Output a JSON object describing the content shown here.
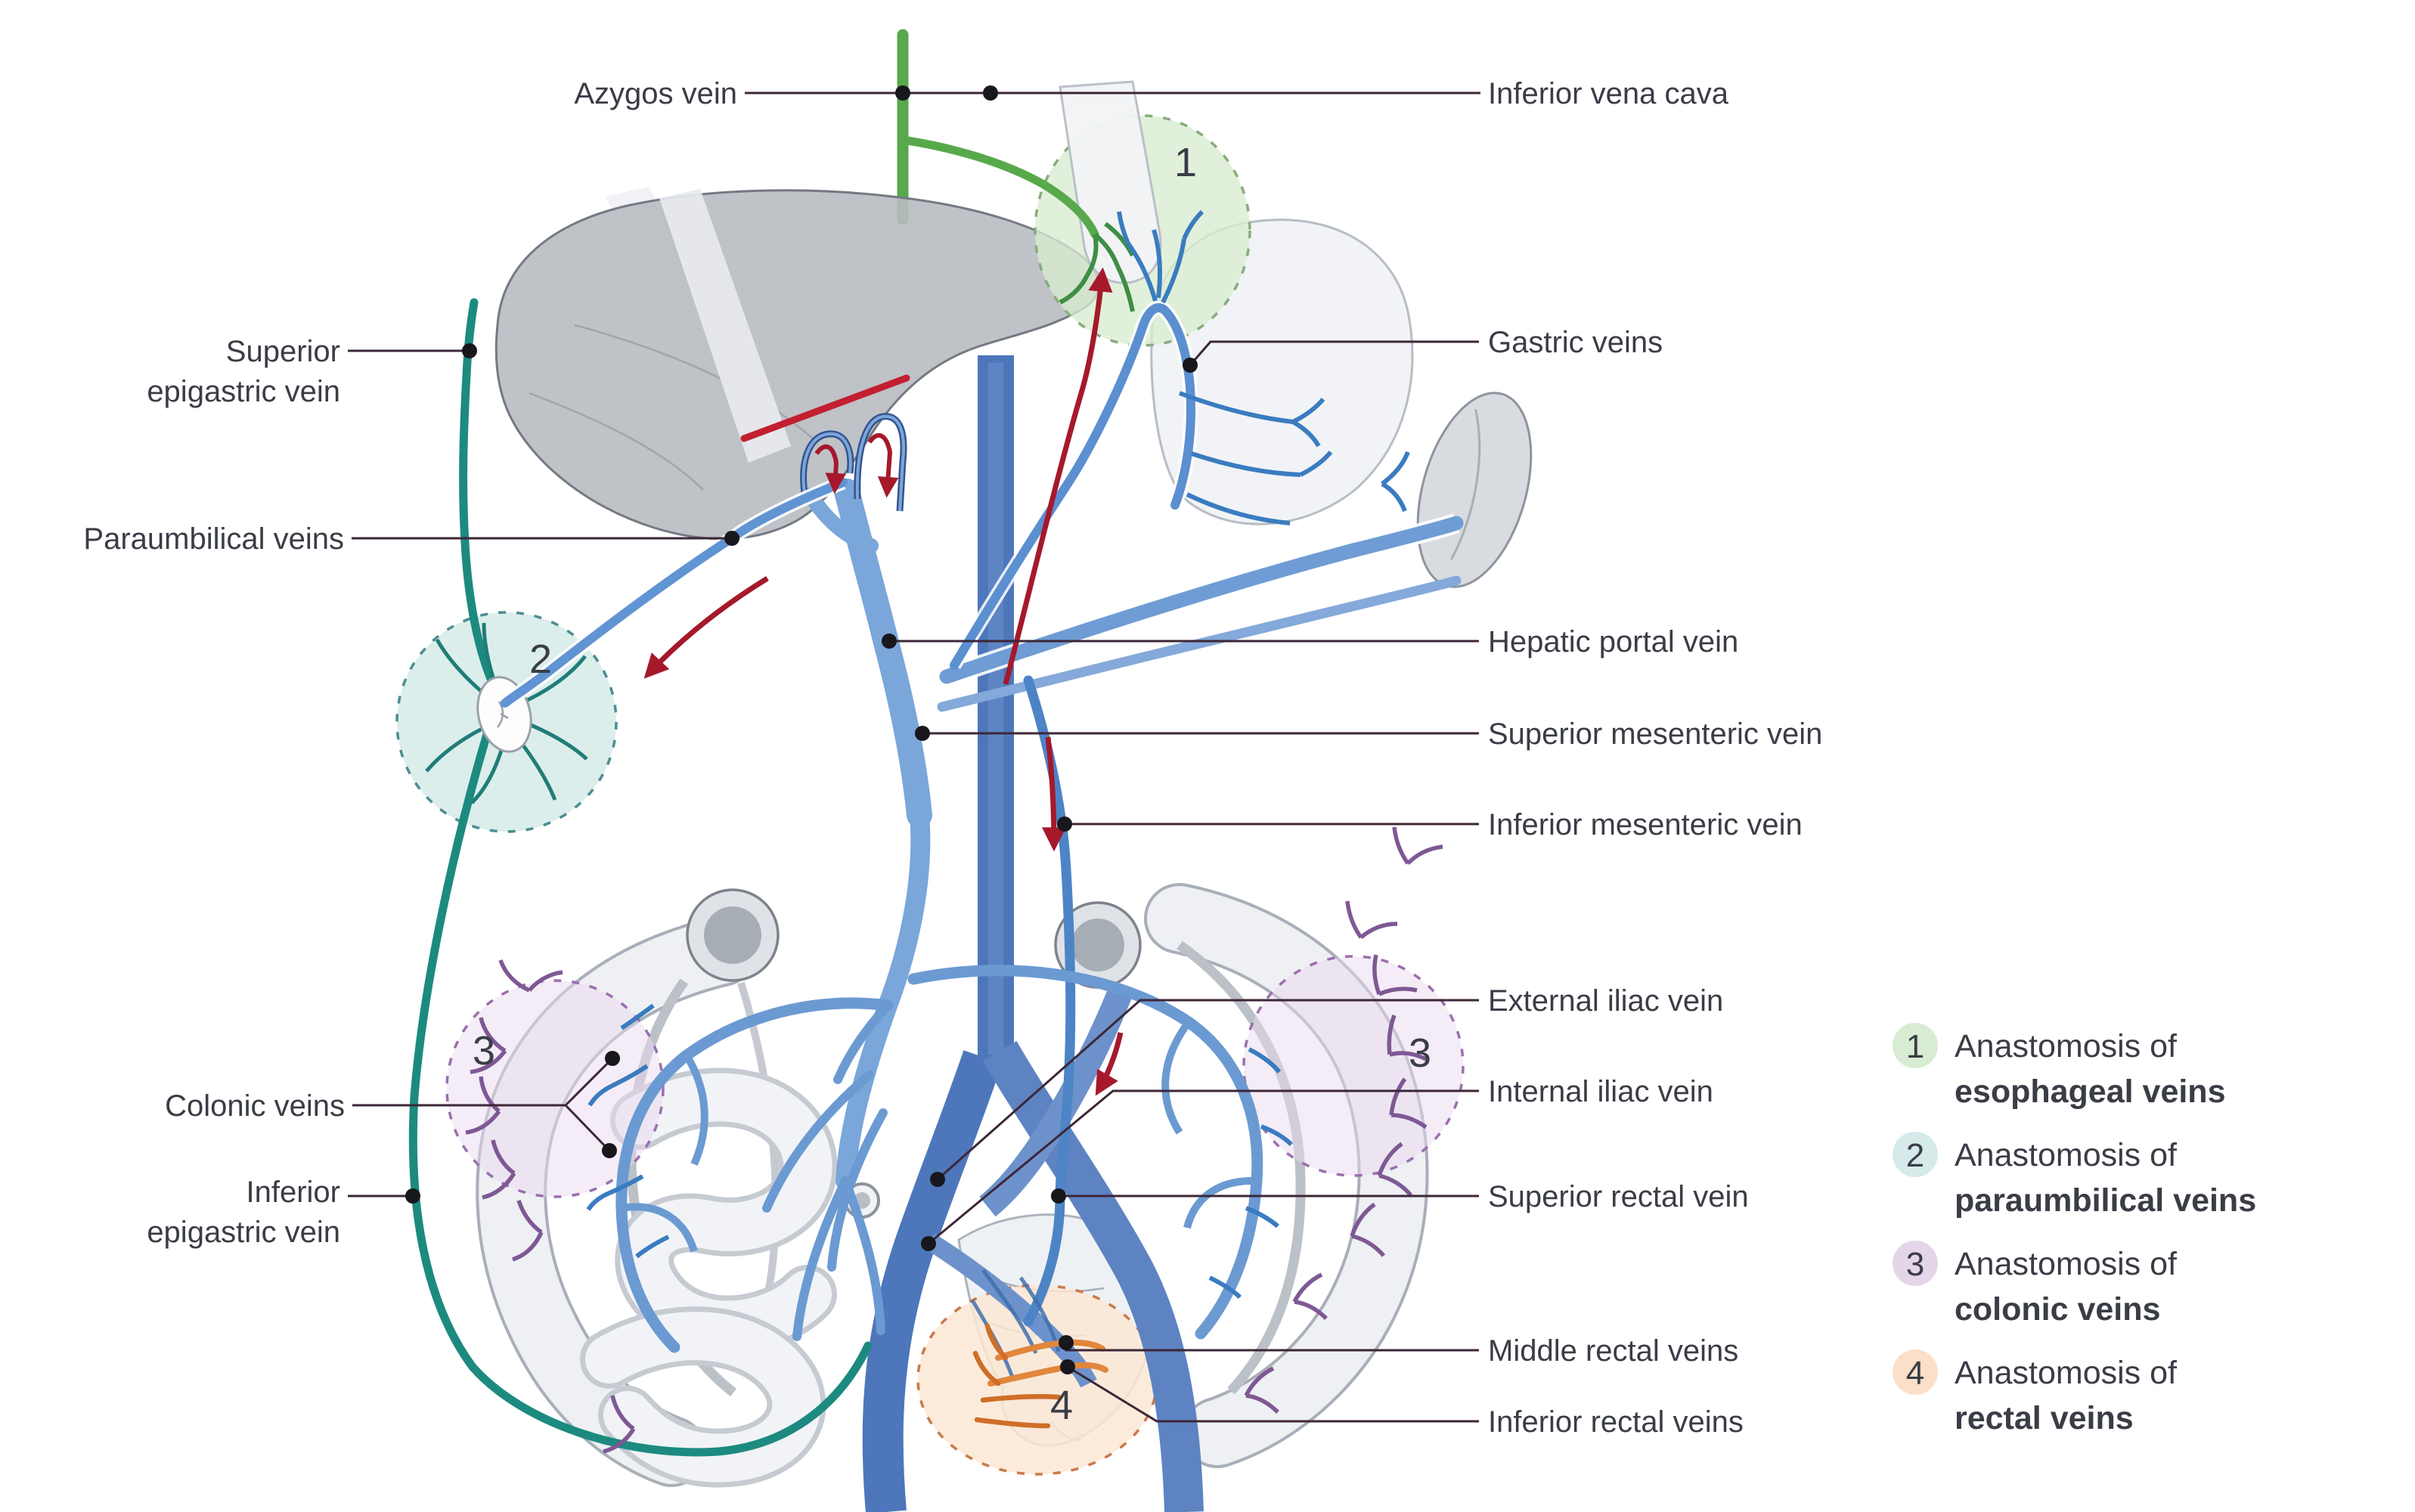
{
  "diagram": {
    "title_hint": "Portal-systemic venous anastomoses",
    "labels": {
      "azygos": "Azygos vein",
      "inferior_vena_cava": "Inferior vena cava",
      "superior_epigastric_line1": "Superior",
      "superior_epigastric_line2": "epigastric vein",
      "paraumbilical": "Paraumbilical veins",
      "gastric": "Gastric veins",
      "hepatic_portal": "Hepatic portal vein",
      "superior_mesenteric": "Superior mesenteric vein",
      "inferior_mesenteric": "Inferior mesenteric vein",
      "external_iliac": "External iliac vein",
      "internal_iliac": "Internal iliac vein",
      "superior_rectal": "Superior rectal vein",
      "colonic": "Colonic veins",
      "inferior_epigastric_line1": "Inferior",
      "inferior_epigastric_line2": "epigastric vein",
      "middle_rectal": "Middle rectal veins",
      "inferior_rectal": "Inferior rectal veins"
    },
    "markers": {
      "m1": "1",
      "m2": "2",
      "m3": "3",
      "m4": "4"
    },
    "legend": {
      "items": [
        {
          "number": "1",
          "line1": "Anastomosis of",
          "line2": "esophageal veins",
          "circle_fill": "#d8ebd3",
          "number_color": "#3e7d3c"
        },
        {
          "number": "2",
          "line1": "Anastomosis of",
          "line2": "paraumbilical veins",
          "circle_fill": "#d5eae9",
          "number_color": "#256f74"
        },
        {
          "number": "3",
          "line1": "Anastomosis of",
          "line2": "colonic veins",
          "circle_fill": "#e4d6e8",
          "number_color": "#70458a"
        },
        {
          "number": "4",
          "line1": "Anastomosis of",
          "line2": "rectal veins",
          "circle_fill": "#fbdfc9",
          "number_color": "#c24a18"
        }
      ]
    },
    "colors": {
      "azygos_green": "#58a94b",
      "esophageal_twig_green": "#3e8e45",
      "ivc_blue": "#4a75b9",
      "portal_blue": "#7aa6da",
      "thin_vein_blue": "#3a7cc0",
      "epigastric_teal": "#1d8a80",
      "colonic_purple": "#7e5894",
      "rectal_orange": "#e0873c",
      "flow_arrow_red": "#a5192b",
      "leader_line": "#3d2637",
      "label_text": "#3a3d46",
      "zone1_fill": "#d9ecd0",
      "zone2_fill": "#d8ecea",
      "zone3_fill": "#ead9ee",
      "zone4_fill": "#fbe7d4"
    }
  }
}
